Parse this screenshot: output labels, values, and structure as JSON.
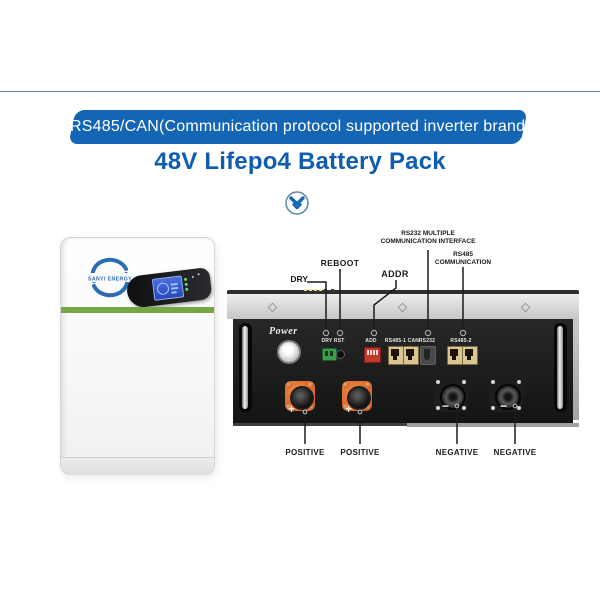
{
  "page": {
    "banner": "RS485/CAN(Communication protocol supported inverter brand",
    "title": "48V Lifepo4 Battery Pack"
  },
  "colors": {
    "banner_bg": "#1565b5",
    "title_text": "#0f5db3",
    "divider": "#60808f",
    "tower_stripe": "#73a845",
    "rack_body": "#1d1d1d",
    "positive_terminal_orange": "#e0702c",
    "dip_red": "#c13a2e",
    "rj45_tan": "#d9c592",
    "led_green": "#57e86a",
    "callout_line": "#1b1b1b"
  },
  "tower": {
    "brand": "SANYI ENERGY"
  },
  "rack": {
    "power_label": "Power",
    "callouts": {
      "dry": "DRY",
      "reboot": "REBOOT",
      "addr": "ADDR",
      "rs232_multi_line1": "RS232 MULTIPLE",
      "rs232_multi_line2": "COMMUNICATION INTERFACE",
      "rs485_comm_line1": "RS485",
      "rs485_comm_line2": "COMMUNICATION"
    },
    "port_labels": {
      "dry_rst": "DRY RST",
      "add": "ADD",
      "rs485_1_can": "RS485-1 CAN",
      "rs232": "RS232",
      "rs485_2": "RS485-2"
    },
    "terminal_marks": {
      "plus": "+",
      "minus": "−"
    },
    "bottom_callouts": [
      "POSITIVE",
      "POSITIVE",
      "NEGATIVE",
      "NEGATIVE"
    ]
  }
}
